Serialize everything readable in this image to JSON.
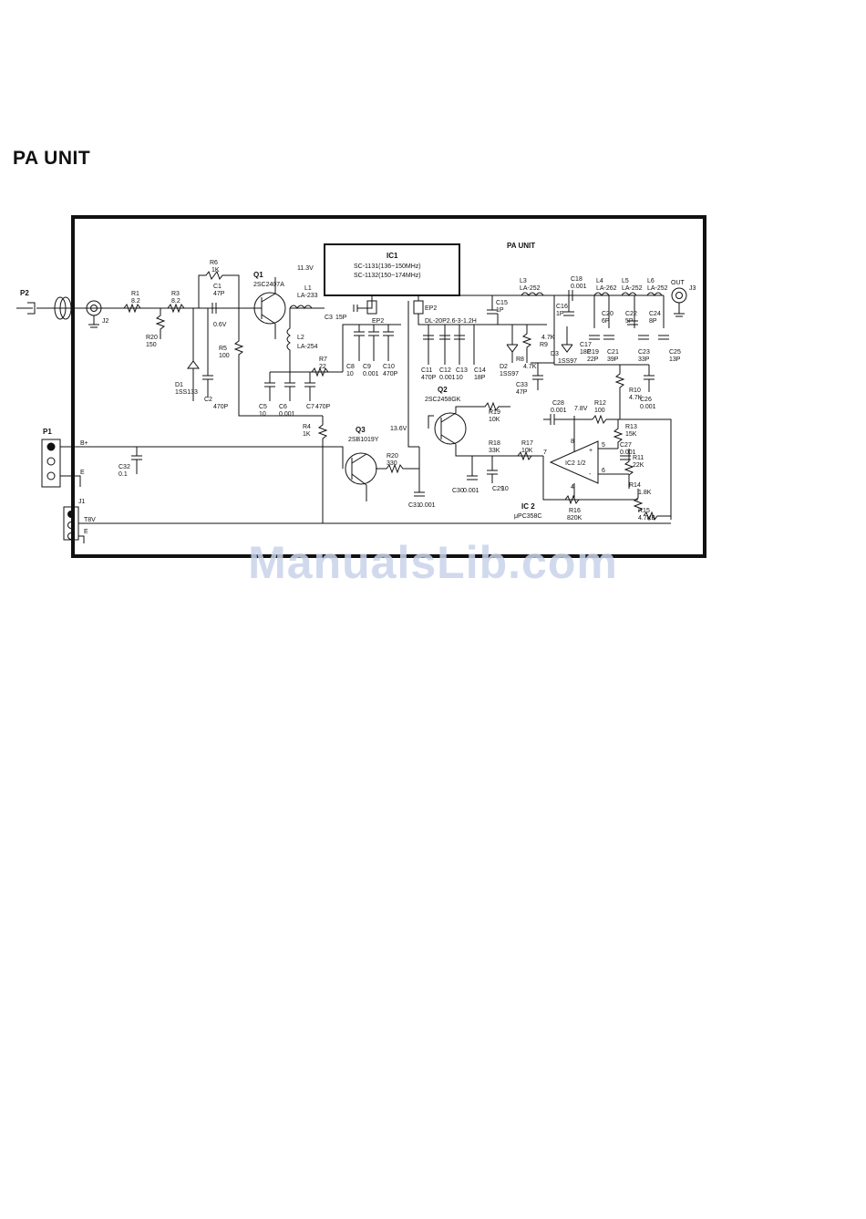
{
  "page": {
    "title": "PA UNIT"
  },
  "schematic": {
    "frame_title": "PA UNIT",
    "ic1": {
      "name": "IC1",
      "line1": "SC-1131(136~150MHz)",
      "line2": "SC-1132(150~174MHz)"
    },
    "connectors": {
      "p2": "P2",
      "j2": "J2",
      "j3": "J3",
      "out": "OUT",
      "p1": "P1",
      "j1": "J1",
      "b_plus": "B+",
      "e1": "E",
      "e2": "E",
      "t8v": "T8V"
    },
    "transistors": {
      "q1": "Q1",
      "q1_part": "2SC2407A",
      "q2": "Q2",
      "q2_part": "2SC2458GK",
      "q3": "Q3",
      "q3_part": "2SB1019Y"
    },
    "ic2": {
      "block": "IC2 1/2",
      "name": "IC 2",
      "part": "μPC358C",
      "pin8": "8",
      "pin5": "5",
      "pin7": "7",
      "pin6": "6",
      "pin4": "4",
      "plus": "+",
      "minus": "-"
    },
    "voltages": {
      "v113": "11.3V",
      "v06": "0.6V",
      "v136": "13.6V",
      "v78": "7.8V"
    },
    "resistors": [
      {
        "ref": "R1",
        "val": "8.2"
      },
      {
        "ref": "R20",
        "val": "150"
      },
      {
        "ref": "R3",
        "val": "8.2"
      },
      {
        "ref": "R6",
        "val": "1K"
      },
      {
        "ref": "R5",
        "val": "100"
      },
      {
        "ref": "R7",
        "val": "22"
      },
      {
        "ref": "R4",
        "val": "1K"
      },
      {
        "ref": "R20",
        "val": "330"
      },
      {
        "ref": "R19",
        "val": "10K"
      },
      {
        "ref": "R18",
        "val": "33K"
      },
      {
        "ref": "R17",
        "val": "10K"
      },
      {
        "ref": "R12",
        "val": "100"
      },
      {
        "ref": "R13",
        "val": "15K"
      },
      {
        "ref": "R11",
        "val": "22K"
      },
      {
        "ref": "R14",
        "val": "1.8K"
      },
      {
        "ref": "R15",
        "val": "4.7KB"
      },
      {
        "ref": "R16",
        "val": "820K"
      },
      {
        "ref": "R10",
        "val": "4.7K"
      },
      {
        "ref": "R8",
        "val": "4.7K"
      },
      {
        "ref": "R9",
        "val": "4.7K"
      }
    ],
    "capacitors": [
      {
        "ref": "C1",
        "val": "47P"
      },
      {
        "ref": "C2",
        "val": "470P"
      },
      {
        "ref": "C3",
        "val": "15P"
      },
      {
        "ref": "C5",
        "val": "10"
      },
      {
        "ref": "C6",
        "val": "0.001"
      },
      {
        "ref": "C7",
        "val": "470P"
      },
      {
        "ref": "C8",
        "val": "10"
      },
      {
        "ref": "C9",
        "val": "0.001"
      },
      {
        "ref": "C10",
        "val": "470P"
      },
      {
        "ref": "C11",
        "val": "470P"
      },
      {
        "ref": "C12",
        "val": "0.001"
      },
      {
        "ref": "C13",
        "val": "10"
      },
      {
        "ref": "C14",
        "val": "18P"
      },
      {
        "ref": "C15",
        "val": "1P"
      },
      {
        "ref": "C16",
        "val": "1P"
      },
      {
        "ref": "C17",
        "val": "18P"
      },
      {
        "ref": "C18",
        "val": "0.001"
      },
      {
        "ref": "C19",
        "val": "22P"
      },
      {
        "ref": "C20",
        "val": "6P"
      },
      {
        "ref": "C21",
        "val": "39P"
      },
      {
        "ref": "C22",
        "val": "5P"
      },
      {
        "ref": "C23",
        "val": "33P"
      },
      {
        "ref": "C24",
        "val": "8P"
      },
      {
        "ref": "C25",
        "val": "13P"
      },
      {
        "ref": "C26",
        "val": "0.001"
      },
      {
        "ref": "C27",
        "val": "0.001"
      },
      {
        "ref": "C28",
        "val": "0.001"
      },
      {
        "ref": "C29",
        "val": "10"
      },
      {
        "ref": "C30",
        "val": "0.001"
      },
      {
        "ref": "C31",
        "val": "0.001"
      },
      {
        "ref": "C32",
        "val": "0.1"
      },
      {
        "ref": "C33",
        "val": "47P"
      }
    ],
    "inductors": [
      {
        "ref": "L1",
        "val": "LA-233"
      },
      {
        "ref": "L2",
        "val": "LA-254"
      },
      {
        "ref": "L3",
        "val": "LA-252"
      },
      {
        "ref": "L4",
        "val": "LA-262"
      },
      {
        "ref": "L5",
        "val": "LA-252"
      },
      {
        "ref": "L6",
        "val": "LA-252"
      }
    ],
    "diodes": [
      {
        "ref": "D1",
        "val": "1SS133"
      },
      {
        "ref": "D2",
        "val": "1SS97"
      },
      {
        "ref": "D3",
        "val": "1SS97"
      }
    ],
    "misc": {
      "ep2a": "EP2",
      "ep2b": "EP2",
      "dl": "DL-20P2.6-3-1.2H"
    }
  },
  "watermark": "ManualsLib.com"
}
